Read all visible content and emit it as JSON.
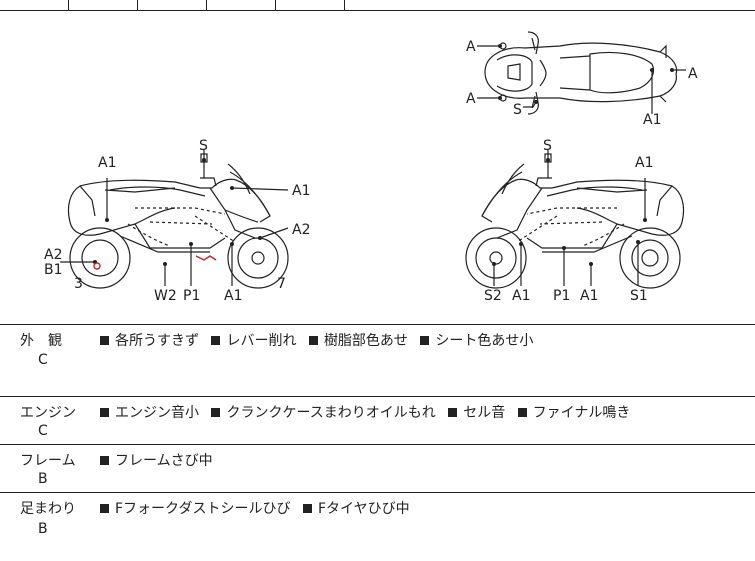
{
  "diagram": {
    "top_view": {
      "labels": [
        "A",
        "A",
        "S",
        "A",
        "A1"
      ]
    },
    "left_view": {
      "labels": [
        "S",
        "A1",
        "A1",
        "A2",
        "A2",
        "B1",
        "3",
        "W2",
        "P1",
        "A1",
        "7"
      ]
    },
    "right_view": {
      "labels": [
        "S",
        "A1",
        "S2",
        "A1",
        "P1",
        "A1",
        "S1"
      ]
    }
  },
  "inspection": [
    {
      "category": "外　観",
      "grade": "C",
      "notes": [
        "各所うすきず",
        "レバー削れ",
        "樹脂部色あせ",
        "シート色あせ小"
      ]
    },
    {
      "category": "エンジン",
      "grade": "C",
      "notes": [
        "エンジン音小",
        "クランクケースまわりオイルもれ",
        "セル音",
        "ファイナル鳴き"
      ]
    },
    {
      "category": "フレーム",
      "grade": "B",
      "notes": [
        "フレームさび中"
      ]
    },
    {
      "category": "足まわり",
      "grade": "B",
      "notes": [
        "Fフォークダストシールひび",
        "Fタイヤひび中"
      ]
    }
  ],
  "colors": {
    "line": "#222222",
    "marker": "#cc2222"
  }
}
